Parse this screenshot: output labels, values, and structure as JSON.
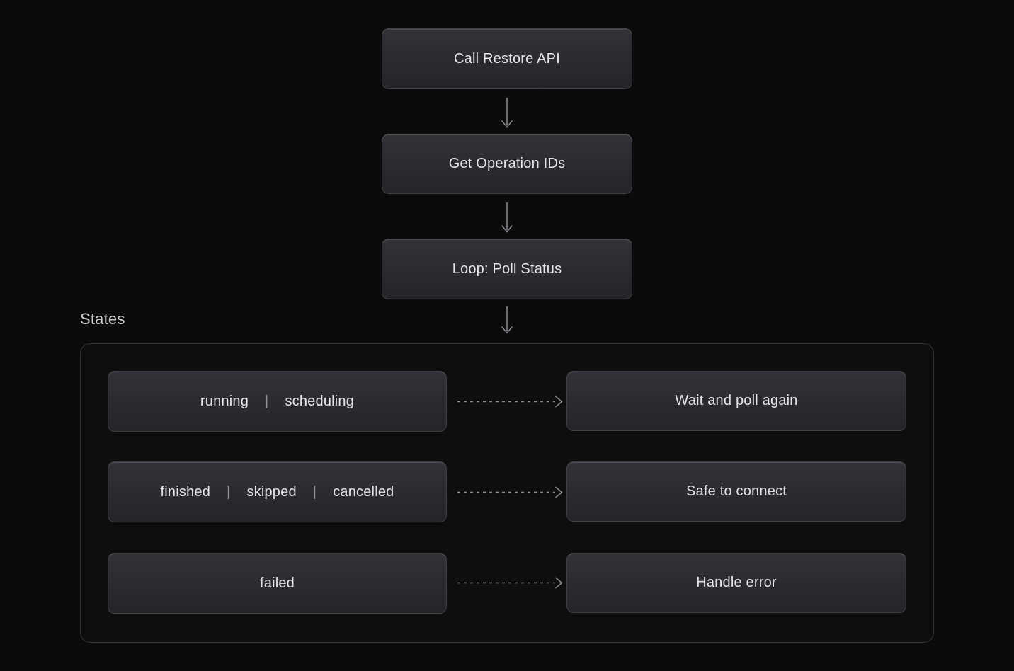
{
  "flow": {
    "nodes": [
      {
        "label": "Call Restore API"
      },
      {
        "label": "Get Operation IDs"
      },
      {
        "label": "Loop: Poll Status"
      }
    ]
  },
  "states": {
    "title": "States",
    "separator": "|",
    "rows": [
      {
        "states": [
          "running",
          "scheduling"
        ],
        "outcome": "Wait and poll again"
      },
      {
        "states": [
          "finished",
          "skipped",
          "cancelled"
        ],
        "outcome": "Safe to connect"
      },
      {
        "states": [
          "failed"
        ],
        "outcome": "Handle error"
      }
    ]
  },
  "colors": {
    "background": "#0b0b0c",
    "node_fill_top": "#313338",
    "node_fill_bottom": "#232528",
    "node_border": "#3e4146",
    "node_text": "#e4e5e8",
    "container_border": "#303338",
    "section_title_text": "#caccce",
    "separator_text": "#8f9194",
    "solid_arrow": "#83868b",
    "dashed_arrow": "#8d9094"
  }
}
